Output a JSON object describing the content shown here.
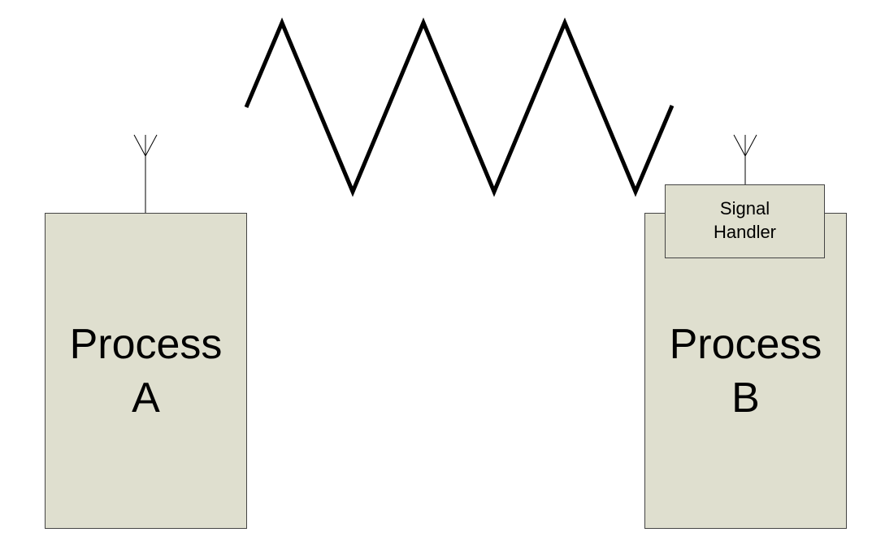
{
  "process_a": {
    "line1": "Process",
    "line2": "A"
  },
  "process_b": {
    "line1": "Process",
    "line2": "B"
  },
  "signal_handler": {
    "line1": "Signal",
    "line2": "Handler"
  },
  "colors": {
    "box_fill": "#dfdfcf",
    "box_border": "#444444",
    "line": "#000000"
  },
  "icons": [
    "antenna-icon",
    "signal-wave-icon"
  ]
}
